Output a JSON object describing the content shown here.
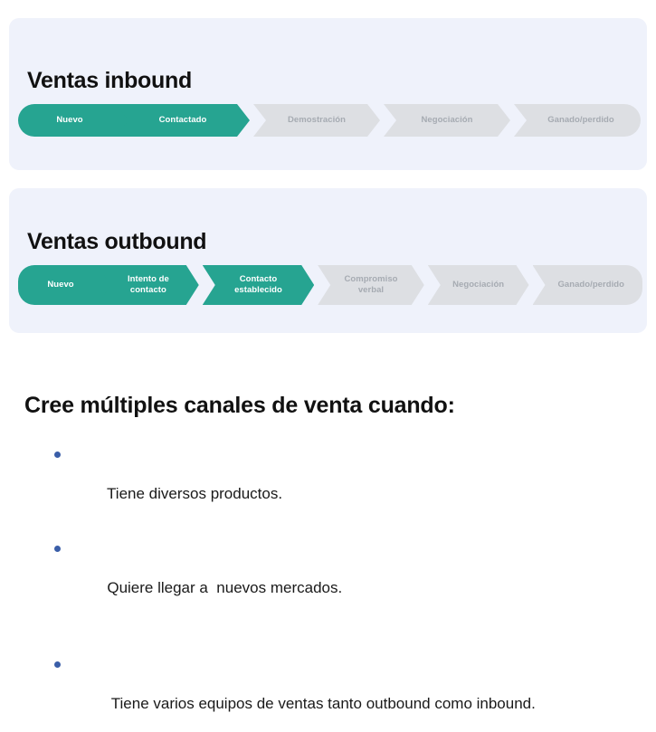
{
  "theme": {
    "panel_bg": "#eff2fb",
    "active_color": "#26a491",
    "inactive_color": "#dddfe3",
    "inactive_text": "#a6abb2",
    "bullet_color": "#3a5ea8",
    "page_bg": "#ffffff",
    "heading_color": "#111111"
  },
  "pipelines": [
    {
      "title": "Ventas inbound",
      "stages": [
        {
          "label": "Nuevo",
          "state": "active",
          "width": 118
        },
        {
          "label": "Contactado",
          "state": "active",
          "width": 148
        },
        {
          "label": "Demostración",
          "state": "inactive",
          "width": 140
        },
        {
          "label": "Negociación",
          "state": "inactive",
          "width": 140
        },
        {
          "label": "Ganado/perdido",
          "state": "inactive",
          "width": 140
        }
      ]
    },
    {
      "title": "Ventas outbound",
      "stages": [
        {
          "label": "Nuevo",
          "state": "active",
          "width": 100
        },
        {
          "label": "Intento de\ncontacto",
          "state": "active",
          "width": 114
        },
        {
          "label": "Contacto\nestablecido",
          "state": "active",
          "width": 126
        },
        {
          "label": "Compromiso\nverbal",
          "state": "inactive",
          "width": 120
        },
        {
          "label": "Negociación",
          "state": "inactive",
          "width": 114
        },
        {
          "label": "Ganado/perdido",
          "state": "inactive",
          "width": 124
        }
      ]
    }
  ],
  "content": {
    "heading": "Cree múltiples canales de venta cuando:",
    "bullets": [
      "Tiene diversos productos.",
      "Quiere llegar a  nuevos mercados.",
      " Tiene varios equipos de ventas tanto outbound como inbound."
    ]
  }
}
